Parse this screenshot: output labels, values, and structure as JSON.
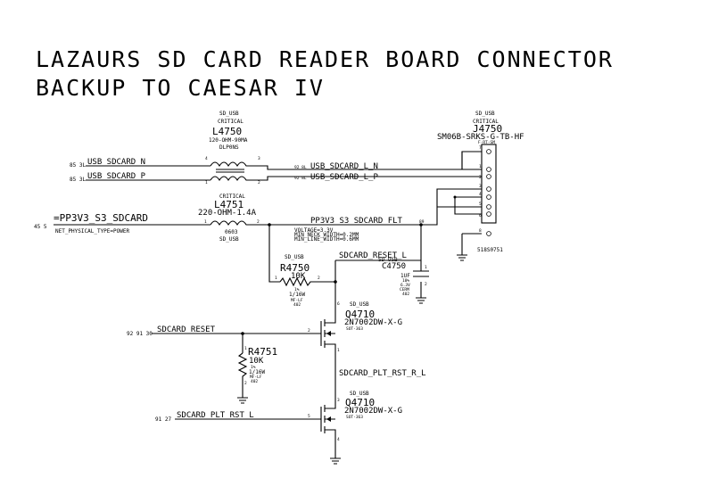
{
  "title": {
    "line1": "LAZAURS SD CARD READER BOARD CONNECTOR",
    "line2": "BACKUP TO CAESAR IV"
  },
  "nets": {
    "usb_n": "USB_SDCARD_N",
    "usb_p": "USB_SDCARD_P",
    "usb_l_n": "USB_SDCARD_L_N",
    "usb_l_p": "USB_SDCARD_L_P",
    "pp3v3": "=PP3V3_S3_SDCARD",
    "net_type": "NET_PHYSICAL_TYPE=POWER",
    "pp3v3_flt": "PP3V3_S3_SDCARD_FLT",
    "voltage": "VOLTAGE=3.3V",
    "min_neck": "MIN_NECK_WIDTH=0.2MM",
    "min_line": "MIN_LINE_WIDTH=0.6MM",
    "reset_l": "SDCARD_RESET_L",
    "reset": "SDCARD_RESET",
    "plt_rst_r_l": "SDCARD_PLT_RST_R_L",
    "plt_rst_l": "SDCARD_PLT_RST_L"
  },
  "offpage_refs": {
    "usb_n": "85 3L",
    "usb_p": "85 3L",
    "usb_l_n": "92 8L",
    "usb_l_p": "92 8L",
    "pp3v3": "45 5",
    "pp3v3_flt": "89",
    "reset": "92 91 30",
    "plt_rst": "91 27"
  },
  "components": {
    "L4750": {
      "bom": "SD_USB",
      "critical": "CRITICAL",
      "ref": "L4750",
      "value": "120-OHM-90MA",
      "package": "DLP0NS",
      "pins": [
        "4",
        "3",
        "1",
        "2"
      ]
    },
    "L4751": {
      "critical": "CRITICAL",
      "ref": "L4751",
      "value": "220-OHM-1.4A",
      "package": "0603",
      "bom": "SD_USB",
      "pins": [
        "1",
        "2"
      ]
    },
    "J4750": {
      "bom": "SD_USB",
      "critical": "CRITICAL",
      "ref": "J4750",
      "part": "SM06B-SRKS-G-TB-HF",
      "subtype": "F-RT-SM",
      "pins": [
        "7",
        "1",
        "2",
        "3",
        "4",
        "5",
        "6",
        "8"
      ],
      "footnote": "518S0751"
    },
    "R4750": {
      "bom": "SD_USB",
      "ref": "R4750",
      "value": "10K",
      "tol": "1%",
      "power": "1/16W",
      "type": "MF-LF",
      "package": "402",
      "pins": [
        "1",
        "2"
      ]
    },
    "C4750": {
      "bom": "SD_USB",
      "ref": "C4750",
      "value": "1UF",
      "tol": "10%",
      "voltage": "6.3V",
      "dielectric": "CERM",
      "package": "402",
      "pins": [
        "1",
        "2"
      ]
    },
    "R4751": {
      "ref": "R4751",
      "value": "10K",
      "tol": "1%",
      "power": "1/16W",
      "type": "MF-LF",
      "package": "402",
      "pins": [
        "1",
        "2"
      ]
    },
    "Q4710_top": {
      "bom": "SD_USB",
      "ref": "Q4710",
      "part": "2N7002DW-X-G",
      "package": "SOT-363",
      "pins": [
        "6",
        "2",
        "1"
      ]
    },
    "Q4710_bot": {
      "bom": "SD_USB",
      "ref": "Q4710",
      "part": "2N7002DW-X-G",
      "package": "SOT-363",
      "pins": [
        "3",
        "5",
        "4"
      ]
    }
  },
  "colors": {
    "ink": "#000000",
    "paper": "#ffffff"
  }
}
